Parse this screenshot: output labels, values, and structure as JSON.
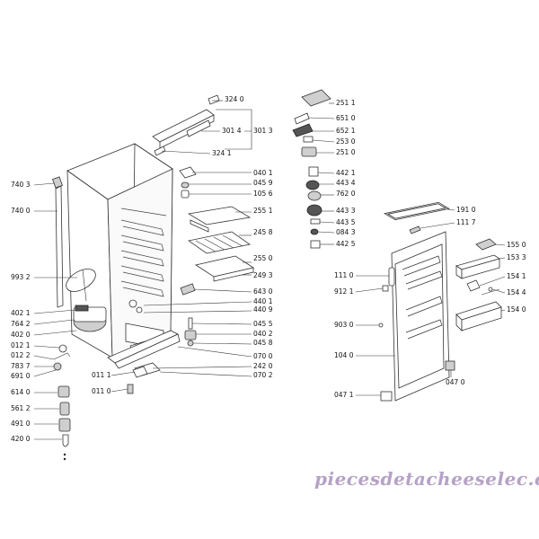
{
  "diagram": {
    "watermark": "piecesdetacheeselec.com",
    "parts": [
      {
        "id": "p3240",
        "label": "324 0"
      },
      {
        "id": "p3014",
        "label": "301 4"
      },
      {
        "id": "p3013",
        "label": "301 3"
      },
      {
        "id": "p3241",
        "label": "324 1"
      },
      {
        "id": "p0401",
        "label": "040 1"
      },
      {
        "id": "p0459",
        "label": "045 9"
      },
      {
        "id": "p1056",
        "label": "105 6"
      },
      {
        "id": "p2551",
        "label": "255 1"
      },
      {
        "id": "p2458",
        "label": "245 8"
      },
      {
        "id": "p2550",
        "label": "255 0"
      },
      {
        "id": "p2493",
        "label": "249 3"
      },
      {
        "id": "p6430",
        "label": "643 0"
      },
      {
        "id": "p4401",
        "label": "440 1"
      },
      {
        "id": "p4409",
        "label": "440 9"
      },
      {
        "id": "p0455",
        "label": "045 5"
      },
      {
        "id": "p0402",
        "label": "040 2"
      },
      {
        "id": "p0458",
        "label": "045 8"
      },
      {
        "id": "p0700",
        "label": "070 0"
      },
      {
        "id": "p2420",
        "label": "242 0"
      },
      {
        "id": "p0702",
        "label": "070 2"
      },
      {
        "id": "p7403",
        "label": "740 3"
      },
      {
        "id": "p7400",
        "label": "740 0"
      },
      {
        "id": "p9932",
        "label": "993 2"
      },
      {
        "id": "p4021",
        "label": "402 1"
      },
      {
        "id": "p7642",
        "label": "764 2"
      },
      {
        "id": "p4020",
        "label": "402 0"
      },
      {
        "id": "p0121",
        "label": "012 1"
      },
      {
        "id": "p0122",
        "label": "012 2"
      },
      {
        "id": "p7837",
        "label": "783 7"
      },
      {
        "id": "p6910",
        "label": "691 0"
      },
      {
        "id": "p0111",
        "label": "011 1"
      },
      {
        "id": "p0110",
        "label": "011 0"
      },
      {
        "id": "p6140",
        "label": "614 0"
      },
      {
        "id": "p5612",
        "label": "561 2"
      },
      {
        "id": "p4910",
        "label": "491 0"
      },
      {
        "id": "p4200",
        "label": "420 0"
      },
      {
        "id": "p2511",
        "label": "251 1"
      },
      {
        "id": "p6510",
        "label": "651 0"
      },
      {
        "id": "p6521",
        "label": "652 1"
      },
      {
        "id": "p2530",
        "label": "253 0"
      },
      {
        "id": "p2510",
        "label": "251 0"
      },
      {
        "id": "p4421",
        "label": "442 1"
      },
      {
        "id": "p4434",
        "label": "443 4"
      },
      {
        "id": "p7620",
        "label": "762 0"
      },
      {
        "id": "p4433",
        "label": "443 3"
      },
      {
        "id": "p4435",
        "label": "443 5"
      },
      {
        "id": "p0843",
        "label": "084 3"
      },
      {
        "id": "p4425",
        "label": "442 5"
      },
      {
        "id": "p1910",
        "label": "191 0"
      },
      {
        "id": "p1117",
        "label": "111 7"
      },
      {
        "id": "p1550",
        "label": "155 0"
      },
      {
        "id": "p1533",
        "label": "153 3"
      },
      {
        "id": "p1541",
        "label": "154 1"
      },
      {
        "id": "p1544",
        "label": "154 4"
      },
      {
        "id": "p1540",
        "label": "154 0"
      },
      {
        "id": "p1110",
        "label": "111 0"
      },
      {
        "id": "p9121",
        "label": "912 1"
      },
      {
        "id": "p9030",
        "label": "903 0"
      },
      {
        "id": "p1040",
        "label": "104 0"
      },
      {
        "id": "p0470",
        "label": "047 0"
      },
      {
        "id": "p0471",
        "label": "047 1"
      }
    ]
  }
}
